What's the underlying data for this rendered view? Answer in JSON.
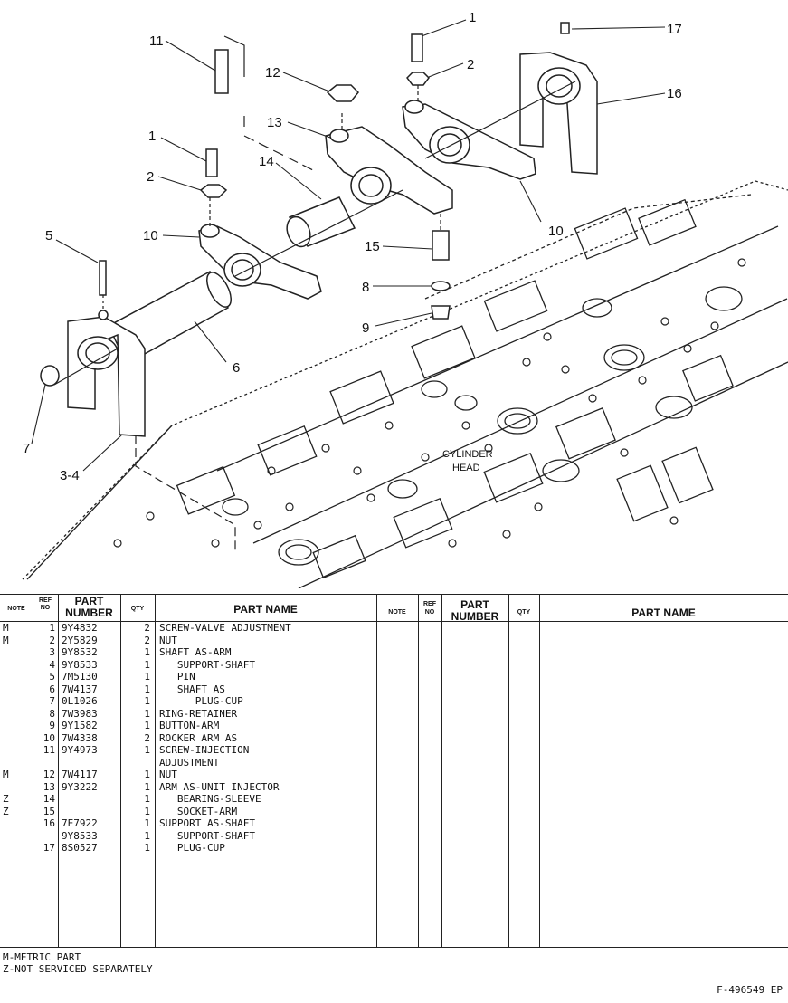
{
  "diagram": {
    "callouts": [
      "1",
      "2",
      "17",
      "11",
      "12",
      "16",
      "13",
      "1",
      "14",
      "2",
      "10",
      "10",
      "5",
      "15",
      "8",
      "9",
      "6",
      "7",
      "3-4"
    ],
    "head_label_line1": "CYLINDER",
    "head_label_line2": "HEAD"
  },
  "table": {
    "headers": {
      "note": "NOTE",
      "ref_top": "REF",
      "ref_bottom": "NO",
      "part_top": "PART",
      "part_bottom": "NUMBER",
      "qty": "QTY",
      "name": "PART NAME"
    },
    "rows": [
      {
        "note": "M",
        "ref": "1",
        "pn": "9Y4832",
        "qty": "2",
        "name": "SCREW-VALVE ADJUSTMENT"
      },
      {
        "note": "M",
        "ref": "2",
        "pn": "2Y5829",
        "qty": "2",
        "name": "NUT"
      },
      {
        "note": "",
        "ref": "3",
        "pn": "9Y8532",
        "qty": "1",
        "name": "SHAFT AS-ARM"
      },
      {
        "note": "",
        "ref": "4",
        "pn": "9Y8533",
        "qty": "1",
        "name": "   SUPPORT-SHAFT"
      },
      {
        "note": "",
        "ref": "5",
        "pn": "7M5130",
        "qty": "1",
        "name": "   PIN"
      },
      {
        "note": "",
        "ref": "6",
        "pn": "7W4137",
        "qty": "1",
        "name": "   SHAFT AS"
      },
      {
        "note": "",
        "ref": "7",
        "pn": "0L1026",
        "qty": "1",
        "name": "      PLUG-CUP"
      },
      {
        "note": "",
        "ref": "8",
        "pn": "7W3983",
        "qty": "1",
        "name": "RING-RETAINER"
      },
      {
        "note": "",
        "ref": "9",
        "pn": "9Y1582",
        "qty": "1",
        "name": "BUTTON-ARM"
      },
      {
        "note": "",
        "ref": "10",
        "pn": "7W4338",
        "qty": "2",
        "name": "ROCKER ARM AS"
      },
      {
        "note": "",
        "ref": "11",
        "pn": "9Y4973",
        "qty": "1",
        "name": "SCREW-INJECTION"
      },
      {
        "note": "",
        "ref": "",
        "pn": "",
        "qty": "",
        "name": "ADJUSTMENT"
      },
      {
        "note": "M",
        "ref": "12",
        "pn": "7W4117",
        "qty": "1",
        "name": "NUT"
      },
      {
        "note": "",
        "ref": "13",
        "pn": "9Y3222",
        "qty": "1",
        "name": "ARM AS-UNIT INJECTOR"
      },
      {
        "note": "Z",
        "ref": "14",
        "pn": "",
        "qty": "1",
        "name": "   BEARING-SLEEVE"
      },
      {
        "note": "Z",
        "ref": "15",
        "pn": "",
        "qty": "1",
        "name": "   SOCKET-ARM"
      },
      {
        "note": "",
        "ref": "16",
        "pn": "7E7922",
        "qty": "1",
        "name": "SUPPORT AS-SHAFT"
      },
      {
        "note": "",
        "ref": "",
        "pn": "9Y8533",
        "qty": "1",
        "name": "   SUPPORT-SHAFT"
      },
      {
        "note": "",
        "ref": "17",
        "pn": "8S0527",
        "qty": "1",
        "name": "   PLUG-CUP"
      }
    ]
  },
  "footnotes": {
    "metric": "M-METRIC PART",
    "not_serviced": "Z-NOT SERVICED SEPARATELY"
  },
  "figure_id": "F-496549 EP"
}
